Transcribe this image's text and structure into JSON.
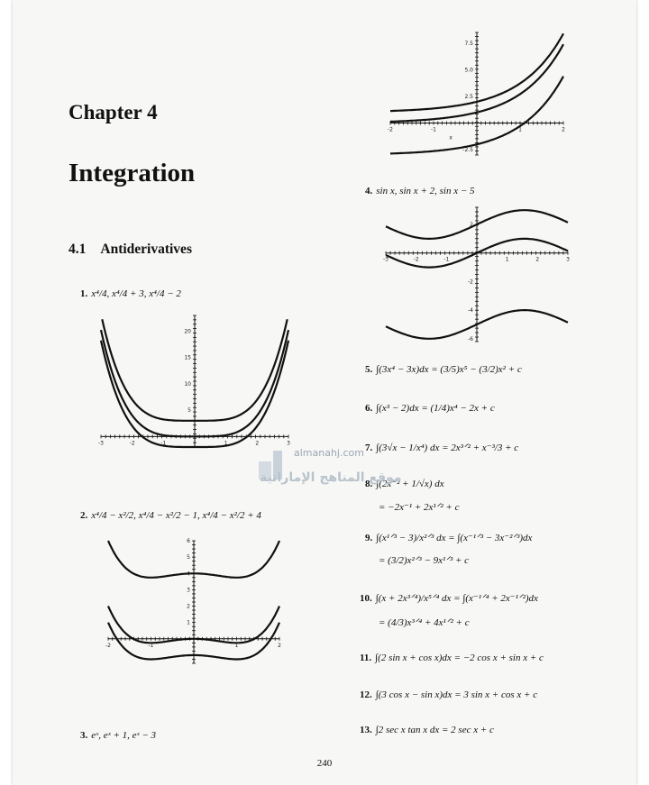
{
  "chapter": "Chapter 4",
  "title": "Integration",
  "section": {
    "number": "4.1",
    "title": "Antiderivatives"
  },
  "problems_left": [
    {
      "n": "1.",
      "text": "x⁴/4, x⁴/4 + 3, x⁴/4 − 2"
    },
    {
      "n": "2.",
      "text": "x⁴/4 − x²/2, x⁴/4 − x²/2 − 1, x⁴/4 − x²/2 + 4"
    },
    {
      "n": "3.",
      "text": "eˣ, eˣ + 1, eˣ − 3"
    }
  ],
  "problem4": {
    "n": "4.",
    "text": "sin x, sin x + 2, sin x − 5"
  },
  "equations": [
    {
      "n": "5.",
      "lines": [
        "∫(3x⁴ − 3x)dx = (3/5)x⁵ − (3/2)x² + c"
      ]
    },
    {
      "n": "6.",
      "lines": [
        "∫(x³ − 2)dx = (1/4)x⁴ − 2x + c"
      ]
    },
    {
      "n": "7.",
      "lines": [
        "∫(3√x − 1/x⁴) dx = 2x³ᐟ² + x⁻³/3 + c"
      ]
    },
    {
      "n": "8.",
      "lines": [
        "∫(2x⁻² + 1/√x) dx",
        "= −2x⁻¹ + 2x¹ᐟ² + c"
      ]
    },
    {
      "n": "9.",
      "lines": [
        "∫(x¹ᐟ³ − 3)/x²ᐟ³ dx = ∫(x⁻¹ᐟ³ − 3x⁻²ᐟ³)dx",
        "= (3/2)x²ᐟ³ − 9x¹ᐟ³ + c"
      ]
    },
    {
      "n": "10.",
      "lines": [
        "∫(x + 2x³ᐟ⁴)/x⁵ᐟ⁴ dx = ∫(x⁻¹ᐟ⁴ + 2x⁻¹ᐟ²)dx",
        "= (4/3)x³ᐟ⁴ + 4x¹ᐟ² + c"
      ]
    },
    {
      "n": "11.",
      "lines": [
        "∫(2 sin x + cos x)dx = −2 cos x + sin x + c"
      ]
    },
    {
      "n": "12.",
      "lines": [
        "∫(3 cos x − sin x)dx = 3 sin x + cos x + c"
      ]
    },
    {
      "n": "13.",
      "lines": [
        "∫2 sec x tan x dx = 2 sec x + c"
      ]
    }
  ],
  "page_number": "240",
  "watermark": {
    "site": "almanahj.com",
    "arabic": "موقع المناهج الإماراتية"
  },
  "chart_data": [
    {
      "type": "line",
      "xlim": [
        -3,
        3
      ],
      "ylim": [
        -2,
        23
      ],
      "x_ticks": [
        "-3",
        "-2",
        "-1",
        "1",
        "2",
        "3"
      ],
      "y_ticks": [
        "5",
        "10",
        "15",
        "20"
      ],
      "series": [
        {
          "fn": "x^4/4",
          "values": [
            [
              -3,
              20.25
            ],
            [
              -2,
              4
            ],
            [
              -1,
              0.25
            ],
            [
              0,
              0
            ],
            [
              1,
              0.25
            ],
            [
              2,
              4
            ],
            [
              3,
              20.25
            ]
          ]
        },
        {
          "fn": "x^4/4+3",
          "values": [
            [
              -3,
              23.25
            ],
            [
              -2,
              7
            ],
            [
              0,
              3
            ],
            [
              2,
              7
            ],
            [
              3,
              23.25
            ]
          ]
        },
        {
          "fn": "x^4/4-2",
          "values": [
            [
              -3,
              18.25
            ],
            [
              -2,
              2
            ],
            [
              0,
              -2
            ],
            [
              2,
              2
            ],
            [
              3,
              18.25
            ]
          ]
        }
      ]
    },
    {
      "type": "line",
      "xlim": [
        -2,
        2
      ],
      "ylim": [
        -1.5,
        6
      ],
      "x_ticks": [
        "-2",
        "-1",
        "1",
        "2"
      ],
      "y_ticks": [
        "1",
        "2",
        "3",
        "4",
        "5",
        "6"
      ],
      "series": [
        {
          "fn": "x^4/4-x^2/2",
          "values": [
            [
              -2,
              2
            ],
            [
              -1,
              -0.25
            ],
            [
              0,
              0
            ],
            [
              1,
              -0.25
            ],
            [
              2,
              2
            ]
          ]
        },
        {
          "fn": "x^4/4-x^2/2-1",
          "values": [
            [
              -2,
              1
            ],
            [
              -1,
              -1.25
            ],
            [
              0,
              -1
            ],
            [
              1,
              -1.25
            ],
            [
              2,
              1
            ]
          ]
        },
        {
          "fn": "x^4/4-x^2/2+4",
          "values": [
            [
              -2,
              6
            ],
            [
              -1,
              3.75
            ],
            [
              0,
              4
            ],
            [
              1,
              3.75
            ],
            [
              2,
              6
            ]
          ]
        }
      ]
    },
    {
      "type": "line",
      "xlim": [
        -2,
        2
      ],
      "ylim": [
        -3,
        8.5
      ],
      "x_ticks": [
        "-2",
        "-1",
        "1",
        "2"
      ],
      "y_ticks": [
        "-2.5",
        "2.5",
        "5.0",
        "7.5"
      ],
      "xlabel": "x",
      "series": [
        {
          "fn": "e^x",
          "values": [
            [
              -2,
              0.14
            ],
            [
              0,
              1
            ],
            [
              1,
              2.72
            ],
            [
              2,
              7.39
            ]
          ]
        },
        {
          "fn": "e^x+1",
          "values": [
            [
              -2,
              1.14
            ],
            [
              0,
              2
            ],
            [
              1,
              3.72
            ],
            [
              2,
              8.39
            ]
          ]
        },
        {
          "fn": "e^x-3",
          "values": [
            [
              -2,
              -2.86
            ],
            [
              0,
              -2
            ],
            [
              1,
              -0.28
            ],
            [
              2,
              4.39
            ]
          ]
        }
      ]
    },
    {
      "type": "line",
      "xlim": [
        -3,
        3
      ],
      "ylim": [
        -6.2,
        3.2
      ],
      "x_ticks": [
        "-3",
        "-2",
        "-1",
        "1",
        "2",
        "3"
      ],
      "y_ticks": [
        "2",
        "-2",
        "-4",
        "-6"
      ],
      "series": [
        {
          "fn": "sin x",
          "values": [
            [
              -1.57,
              -1
            ],
            [
              0,
              0
            ],
            [
              1.57,
              1
            ]
          ]
        },
        {
          "fn": "sin x + 2",
          "values": [
            [
              -1.57,
              1
            ],
            [
              0,
              2
            ],
            [
              1.57,
              3
            ]
          ]
        },
        {
          "fn": "sin x - 5",
          "values": [
            [
              -1.57,
              -6
            ],
            [
              0,
              -5
            ],
            [
              1.57,
              -4
            ]
          ]
        }
      ]
    }
  ]
}
